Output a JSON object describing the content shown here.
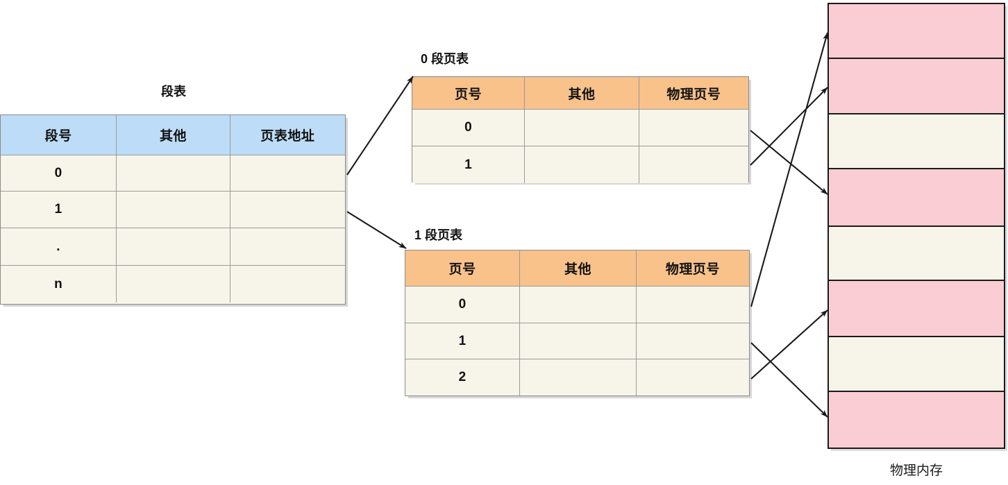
{
  "diagram": {
    "title_segment_table": "段表",
    "memory_label": "物理内存"
  },
  "segment_table": {
    "title": "段表",
    "headers": [
      "段号",
      "其他",
      "页表地址"
    ],
    "rows": [
      [
        "0",
        "",
        ""
      ],
      [
        "1",
        "",
        ""
      ],
      [
        ".",
        "",
        ""
      ],
      [
        "n",
        "",
        ""
      ]
    ]
  },
  "page_table_0": {
    "title": "0 段页表",
    "headers": [
      "页号",
      "其他",
      "物理页号"
    ],
    "rows": [
      [
        "0",
        "",
        ""
      ],
      [
        "1",
        "",
        ""
      ]
    ]
  },
  "page_table_1": {
    "title": "1 段页表",
    "headers": [
      "页号",
      "其他",
      "物理页号"
    ],
    "rows": [
      [
        "0",
        "",
        ""
      ],
      [
        "1",
        "",
        ""
      ],
      [
        "2",
        "",
        ""
      ]
    ]
  },
  "physical_memory": {
    "label": "物理内存",
    "blocks": [
      {
        "index": 0,
        "state": "used"
      },
      {
        "index": 1,
        "state": "used"
      },
      {
        "index": 2,
        "state": "free"
      },
      {
        "index": 3,
        "state": "used"
      },
      {
        "index": 4,
        "state": "free"
      },
      {
        "index": 5,
        "state": "used"
      },
      {
        "index": 6,
        "state": "free"
      },
      {
        "index": 7,
        "state": "used"
      }
    ]
  },
  "colors": {
    "header_blue": "#bddcf7",
    "header_orange": "#f8c28a",
    "cell_cream": "#f7f5e9",
    "memory_used": "#f9cdd3",
    "memory_free": "#f7f5e9",
    "border": "#1a1a1a"
  },
  "connections": [
    {
      "from": "segment_table.row.0",
      "to": "page_table_0"
    },
    {
      "from": "segment_table.row.1",
      "to": "page_table_1"
    },
    {
      "from": "page_table_0.row.0",
      "to": "physical_memory.block.3"
    },
    {
      "from": "page_table_0.row.1",
      "to": "physical_memory.block.1"
    },
    {
      "from": "page_table_1.row.0",
      "to": "physical_memory.block.0"
    },
    {
      "from": "page_table_1.row.1",
      "to": "physical_memory.block.7"
    },
    {
      "from": "page_table_1.row.2",
      "to": "physical_memory.block.5"
    }
  ]
}
